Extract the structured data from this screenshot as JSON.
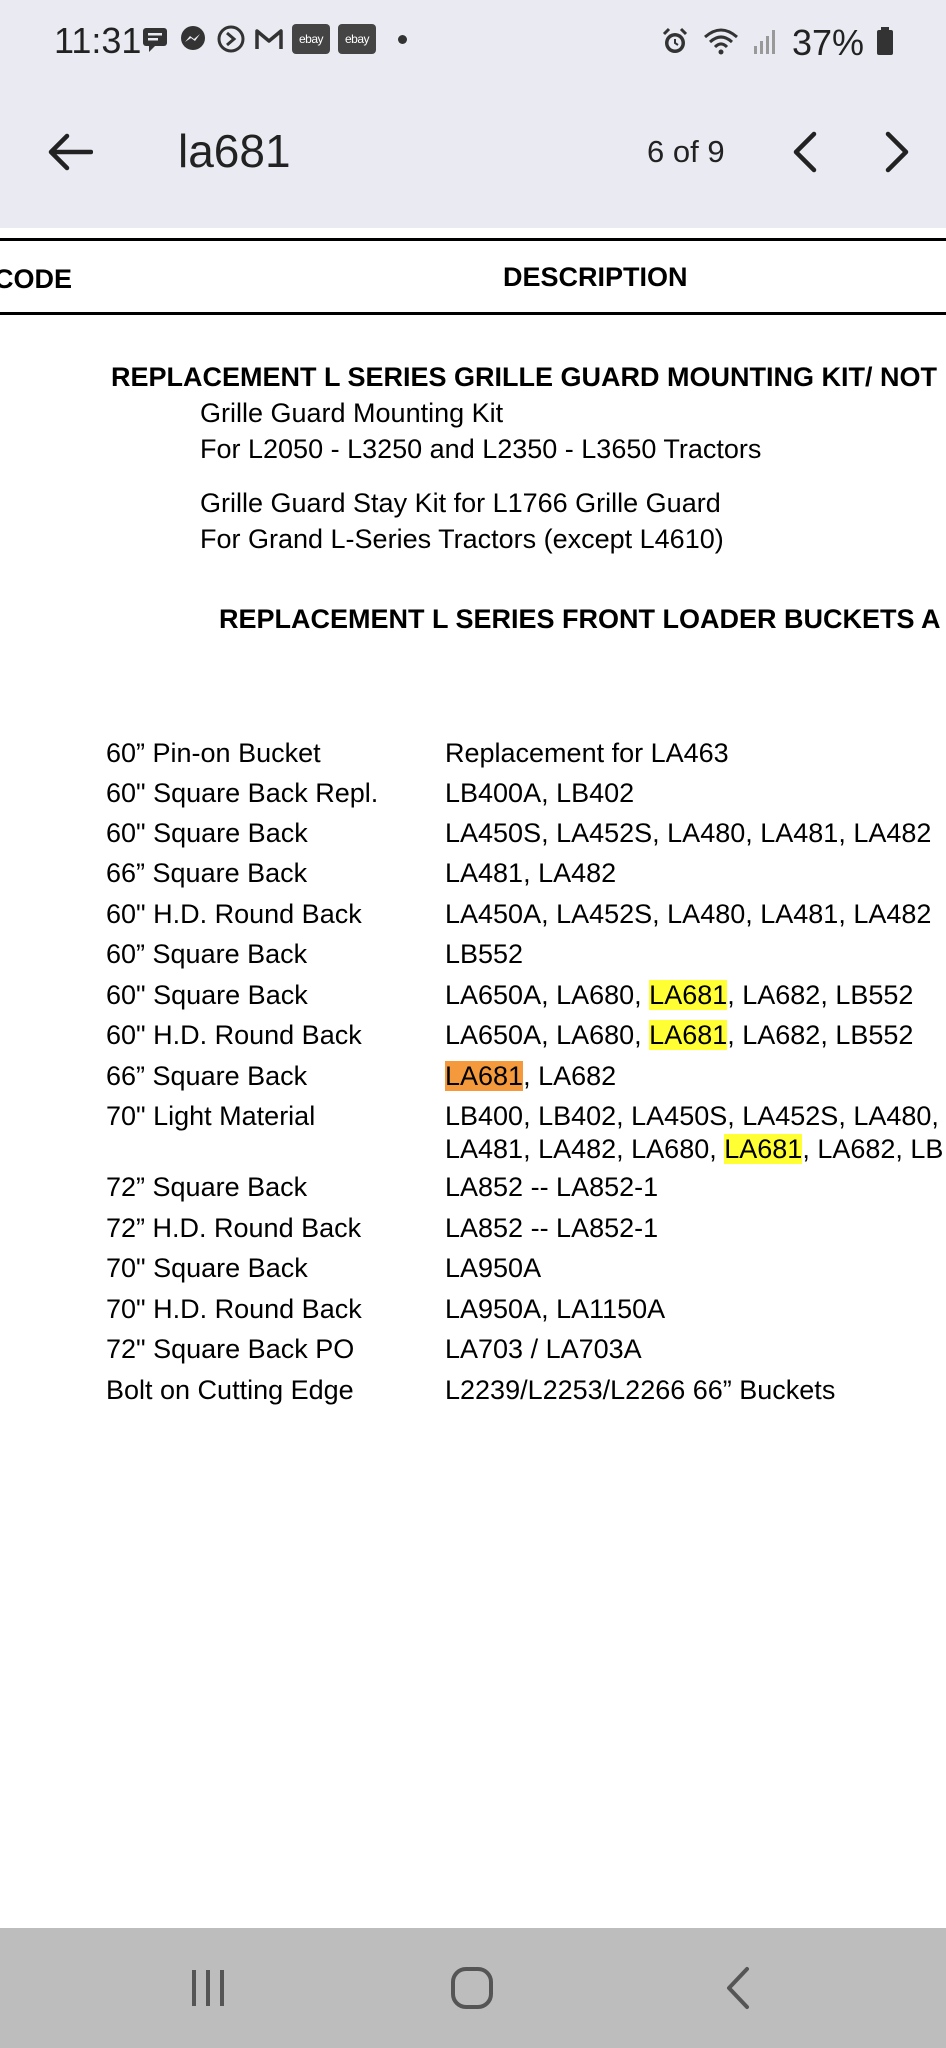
{
  "status_bar": {
    "time": "11:31",
    "notification_icons": [
      "message-icon",
      "messenger-icon",
      "pandora-icon",
      "gmail-icon",
      "ebay-icon",
      "ebay-icon"
    ],
    "ebay_label_1": "ebay",
    "ebay_label_2": "ebay",
    "battery_percent": "37%"
  },
  "find_bar": {
    "query": "la681",
    "match_count": "6 of 9"
  },
  "document": {
    "header_code": "CODE",
    "header_description": "DESCRIPTION",
    "section1_title": "REPLACEMENT L SERIES GRILLE GUARD MOUNTING KIT/ NOT",
    "grille_lines": [
      "Grille Guard Mounting Kit",
      "For L2050 - L3250 and L2350 - L3650 Tractors",
      "Grille Guard Stay Kit for L1766 Grille Guard",
      "For Grand L-Series Tractors (except L4610)"
    ],
    "section2_title": "REPLACEMENT L SERIES FRONT LOADER BUCKETS A",
    "rows": [
      {
        "item": "60” Pin-on Bucket",
        "desc": "Replacement for LA463"
      },
      {
        "item": "60\" Square Back Repl.",
        "desc": "LB400A, LB402"
      },
      {
        "item": "60\" Square Back",
        "desc": "LA450S, LA452S, LA480, LA481, LA482"
      },
      {
        "item": "66” Square Back",
        "desc": "LA481, LA482"
      },
      {
        "item": "60\" H.D. Round Back",
        "desc": "LA450A, LA452S, LA480, LA481, LA482"
      },
      {
        "item": "60” Square Back",
        "desc": "LB552"
      },
      {
        "item": "60\" Square Back",
        "desc_pre": "LA650A, LA680, ",
        "desc_hl": "LA681",
        "desc_post": ", LA682, LB552"
      },
      {
        "item": "60\" H.D. Round Back",
        "desc_pre": "LA650A, LA680, ",
        "desc_hl": "LA681",
        "desc_post": ", LA682, LB552"
      },
      {
        "item": "66” Square Back",
        "desc_pre": "",
        "desc_hl": "LA681",
        "desc_post": ", LA682"
      },
      {
        "item": "70\" Light Material",
        "desc": "LB400, LB402, LA450S, LA452S, LA480,",
        "desc2_pre": "LA481, LA482, LA680, ",
        "desc2_hl": "LA681",
        "desc2_post": ", LA682, LB"
      },
      {
        "item": "72” Square Back",
        "desc": "LA852 -- LA852-1"
      },
      {
        "item": "72” H.D. Round Back",
        "desc": "LA852 -- LA852-1"
      },
      {
        "item": "70\" Square Back",
        "desc": "LA950A"
      },
      {
        "item": "70\" H.D. Round Back",
        "desc": "LA950A, LA1150A"
      },
      {
        "item": "72\" Square Back PO",
        "desc": "LA703 / LA703A"
      },
      {
        "item": "Bolt on Cutting Edge",
        "desc": "L2239/L2253/L2266 66” Buckets"
      }
    ],
    "highlight_color": "#ffff33",
    "current_match_color": "#f59a3c"
  },
  "nav_bar": {
    "buttons": [
      "recents-icon",
      "home-icon",
      "back-icon"
    ]
  }
}
